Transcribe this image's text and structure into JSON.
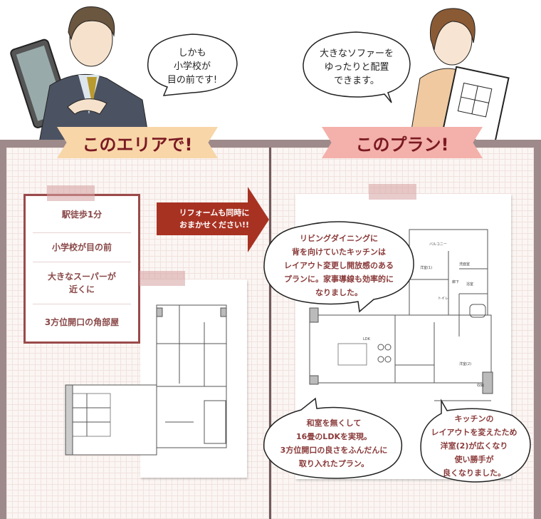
{
  "speech_top_left": "しかも\n小学校が\n目の前です!",
  "speech_top_right": "大きなソファーを\nゆったりと配置\nできます。",
  "banner_left": "このエリアで!",
  "banner_right": "このプラン!",
  "area_features": [
    "駅徒歩1分",
    "小学校が目の前",
    "大きなスーパーが\n近くに",
    "3方位開口の角部屋"
  ],
  "arrow_label": "リフォームも同時に\nおまかせください!!",
  "plan_bubble_main": "リビングダイニングに\n背を向けていたキッチンは\nレイアウト変更し開放感のある\nプランに。家事導線も効率的に\nなりました。",
  "plan_bubble_ldk": "和室を無くして\n16畳のLDKを実現。\n3方位開口の良さをふんだんに\n取り入れたプラン。",
  "plan_bubble_kitchen": "キッチンの\nレイアウトを変えたため\n洋室(2)が広くなり\n使い勝手が\n良くなりました。",
  "floorplan_labels": {
    "balcony": "バルコニー",
    "western1": "洋室(1)",
    "toilet": "トイレ",
    "hall": "廊下",
    "bath": "浴室",
    "washroom": "洗面室",
    "ldk": "LDK",
    "western2": "洋室(2)",
    "storage": "収納"
  },
  "colors": {
    "frame": "#9e8a8a",
    "banner_left": "#f8d6a8",
    "banner_right": "#f4b0aa",
    "accent_red": "#a83222",
    "text_red": "#8a3a3a"
  }
}
